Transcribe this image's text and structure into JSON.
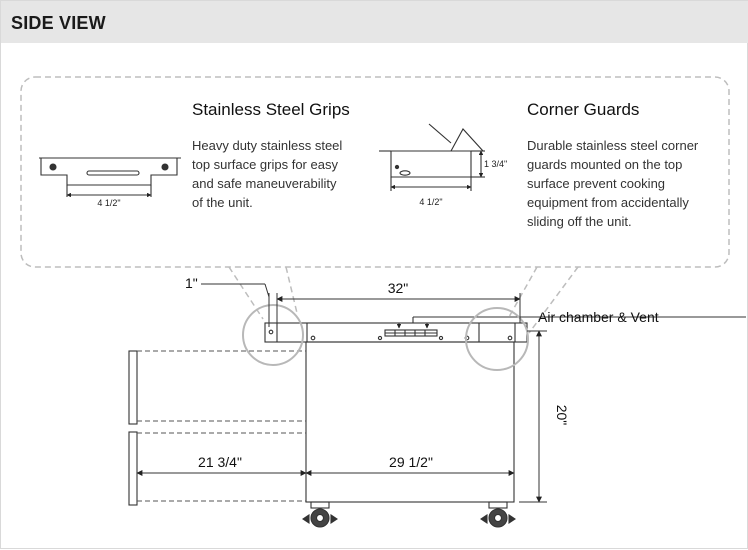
{
  "header": {
    "title": "SIDE VIEW"
  },
  "callouts": {
    "grips": {
      "title": "Stainless Steel Grips",
      "lines": [
        "Heavy duty stainless steel",
        "top surface grips for easy",
        "and safe maneuverability",
        "of the unit."
      ],
      "dimension": "4 1/2\""
    },
    "guards": {
      "title": "Corner Guards",
      "lines": [
        "Durable stainless steel corner",
        "guards mounted on the top",
        "surface prevent cooking",
        "equipment from accidentally",
        "sliding off the unit."
      ],
      "dimension_width": "4 1/2\"",
      "dimension_height": "1 3/4\""
    }
  },
  "diagram": {
    "width_top": "32\"",
    "offset_top": "1\"",
    "vent_label": "Air chamber & Vent",
    "height": "20\"",
    "extension_width": "21 3/4\"",
    "cart_width": "29 1/2\""
  },
  "colors": {
    "header_bg": "#e6e6e6",
    "dashed": "#bdbdbd",
    "line": "#333333",
    "circle": "#b8b8b8"
  }
}
